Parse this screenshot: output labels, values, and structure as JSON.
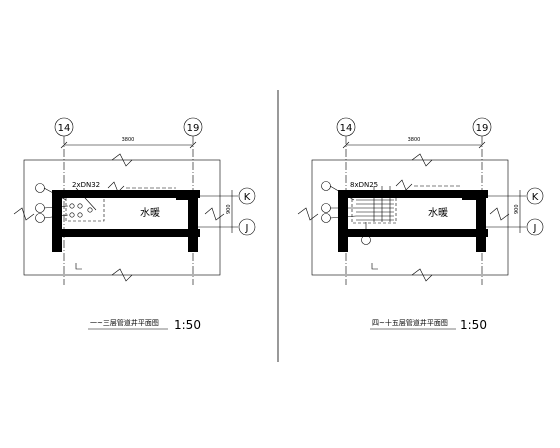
{
  "drawings": [
    {
      "axis_left": "14",
      "axis_right": "19",
      "dimension": "3800",
      "pipe_note": "2xDN32",
      "room_label": "水暖",
      "axis_top": "K",
      "axis_bottom": "J",
      "side_dim": "900",
      "title": "一~三层管道井平面图",
      "scale": "1:50"
    },
    {
      "axis_left": "14",
      "axis_right": "19",
      "dimension": "3800",
      "pipe_note": "8xDN25",
      "room_label": "水暖",
      "axis_top": "K",
      "axis_bottom": "J",
      "side_dim": "900",
      "title": "四~十五层管道井平面图",
      "scale": "1:50"
    }
  ]
}
